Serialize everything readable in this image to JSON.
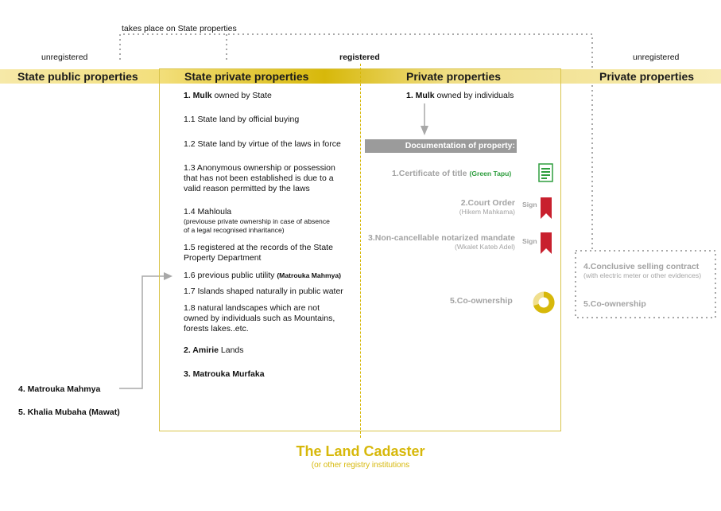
{
  "top_note": "takes place on State properties",
  "labels": {
    "unregistered_left": "unregistered",
    "registered": "registered",
    "unregistered_right": "unregistered"
  },
  "headers": {
    "state_public": "State public properties",
    "state_private": "State private properties",
    "private_mid": "Private properties",
    "private_right": "Private properties"
  },
  "state_private_items": {
    "i1_num": "1. Mulk",
    "i1_rest": " owned by State",
    "i1_1": "1.1 State land by official buying",
    "i1_2": "1.2 State land by virtue of the laws in force",
    "i1_3a": "1.3 Anonymous ownership or possession",
    "i1_3b": "that has not been established is due to a",
    "i1_3c": "valid reason permitted by the laws",
    "i1_4": "1.4 Mahloula",
    "i1_4_note_a": "(previouse private ownership in case of absence",
    "i1_4_note_b": "of a legal recognised inharitance)",
    "i1_5a": "1.5 registered at the records of the State",
    "i1_5b": "Property Department",
    "i1_6": "1.6 previous public utility ",
    "i1_6_note": "(Matrouka Mahmya)",
    "i1_7": "1.7 Islands shaped naturally in public water",
    "i1_8a": "1.8 natural landscapes which are not",
    "i1_8b": "owned by individuals such as Mountains,",
    "i1_8c": "forests lakes..etc.",
    "i2_num": "2. Amirie",
    "i2_rest": " Lands",
    "i3": "3. Matrouka Murfaka"
  },
  "left_items": {
    "i4": "4. Matrouka Mahmya",
    "i5": "5. Khalia Mubaha (Mawat)"
  },
  "private_items": {
    "mulk_num": "1. Mulk",
    "mulk_rest": " owned by individuals",
    "doc_bar": "Documentation of property:",
    "cert": "1.Certificate of title ",
    "cert_note": "(Green Tapu)",
    "court": "2.Court Order",
    "court_note": "(Hikem Mahkama)",
    "notar": "3.Non-cancellable notarized mandate",
    "notar_note": "(Wkalet Kateb Adel)",
    "coown": "5.Co-ownership",
    "sign": "Sign"
  },
  "unregistered_box": {
    "contract": "4.Conclusive selling contract",
    "contract_note": "(with electric meter or other evidences)",
    "coown": "5.Co-ownership"
  },
  "footer": {
    "title": "The Land Cadaster",
    "subtitle": "(or other registry institutions"
  },
  "colors": {
    "gold": "#d7b80a",
    "band_light": "#f6e9a8",
    "grey_text": "#a3a3a3",
    "doc_bar": "#9b9b9b",
    "green_tapu": "#2e9e3e",
    "sign_red": "#c8202e"
  }
}
